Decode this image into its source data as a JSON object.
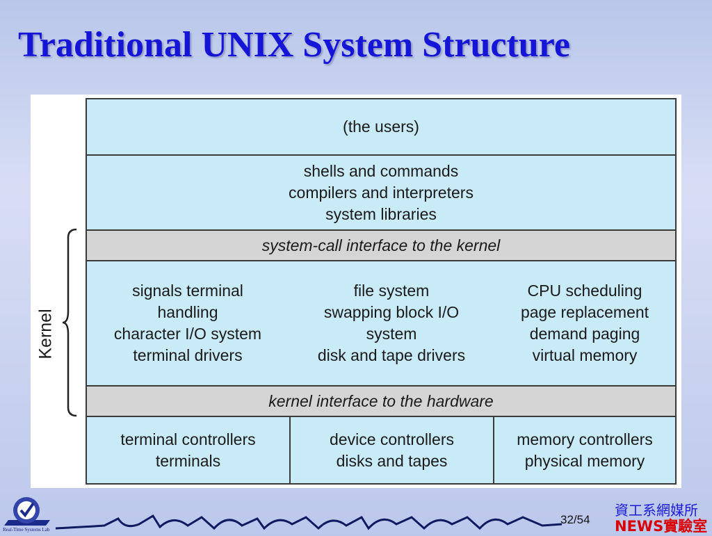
{
  "slide": {
    "title": "Traditional UNIX System Structure",
    "page_current": "32",
    "page_total": "/54",
    "dept": "資工系網媒所",
    "lab": "NEWS實驗室",
    "logo_text": "Real-Time Systems Lab"
  },
  "diagram": {
    "side_label": "Kernel",
    "users": "(the users)",
    "shells": [
      "shells and commands",
      "compilers and interpreters",
      "system libraries"
    ],
    "syscall_interface": "system-call interface to the kernel",
    "kernel_columns": [
      [
        "signals terminal",
        "handling",
        "character I/O system",
        "terminal drivers"
      ],
      [
        "file system",
        "swapping block I/O",
        "system",
        "disk and tape drivers"
      ],
      [
        "CPU scheduling",
        "page replacement",
        "demand paging",
        "virtual memory"
      ]
    ],
    "hardware_interface": "kernel interface to the hardware",
    "hardware_columns": [
      [
        "terminal controllers",
        "terminals"
      ],
      [
        "device controllers",
        "disks and tapes"
      ],
      [
        "memory controllers",
        "physical memory"
      ]
    ]
  },
  "colors": {
    "title": "#1515d8",
    "layer_blue": "#c9eaf7",
    "layer_gray": "#d5d5d5"
  }
}
